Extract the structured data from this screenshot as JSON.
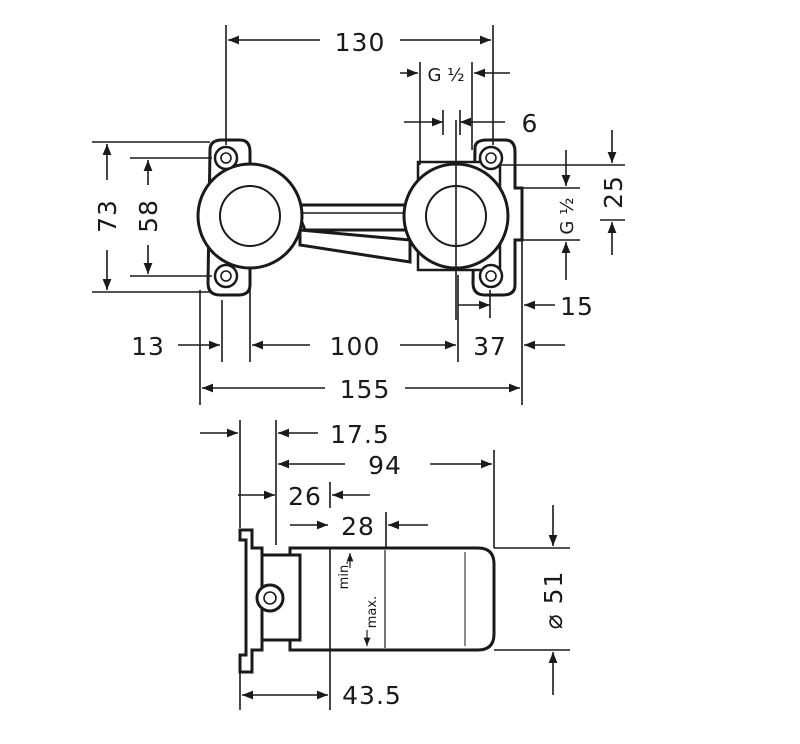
{
  "top_view": {
    "width_total": "155",
    "spacing_top": "130",
    "thread_top": "G ½",
    "offset_6": "6",
    "height_73": "73",
    "height_58": "58",
    "depth_25": "25",
    "thread_side": "G ½",
    "offset_15": "15",
    "left_13": "13",
    "center_100": "100",
    "right_37": "37"
  },
  "side_view": {
    "d_17_5": "17.5",
    "d_94": "94",
    "d_26": "26",
    "d_28": "28",
    "d_43_5": "43.5",
    "diameter": "⌀ 51",
    "min_label": "min.",
    "max_label": "max."
  }
}
